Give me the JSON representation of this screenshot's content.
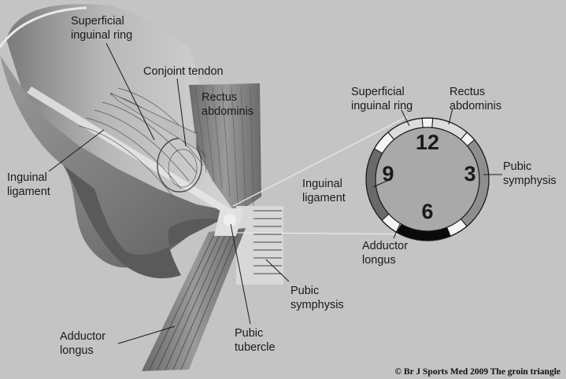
{
  "labels": {
    "superficial_inguinal_ring_line1": "Superficial",
    "superficial_inguinal_ring_line2": "inguinal ring",
    "conjoint_tendon": "Conjoint tendon",
    "rectus_abdominis_line1": "Rectus",
    "rectus_abdominis_line2": "abdominis",
    "inguinal_ligament_line1": "Inguinal",
    "inguinal_ligament_line2": "ligament",
    "pubic_tubercle_line1": "Pubic",
    "pubic_tubercle_line2": "tubercle",
    "pubic_symphysis_line1": "Pubic",
    "pubic_symphysis_line2": "symphysis",
    "adductor_longus_line1": "Adductor",
    "adductor_longus_line2": "longus"
  },
  "clock": {
    "labels": {
      "superficial_inguinal_ring_line1": "Superficial",
      "superficial_inguinal_ring_line2": "inguinal ring",
      "rectus_abdominis_line1": "Rectus",
      "rectus_abdominis_line2": "abdominis",
      "inguinal_ligament_line1": "Inguinal",
      "inguinal_ligament_line2": "ligament",
      "pubic_symphysis_line1": "Pubic",
      "pubic_symphysis_line2": "symphysis",
      "adductor_longus_line1": "Adductor",
      "adductor_longus_line2": "longus"
    },
    "numbers": {
      "twelve": "12",
      "three": "3",
      "six": "6",
      "nine": "9"
    },
    "colors": {
      "face": "#a9a9a9",
      "ring_white": "#f4f4f4",
      "ring_light": "#dcdcdc",
      "ring_mid": "#8e8e8e",
      "ring_dark": "#6a6a6a",
      "ring_black": "#0a0a0a"
    }
  },
  "copyright": "© Br J Sports Med 2009 The groin triangle"
}
